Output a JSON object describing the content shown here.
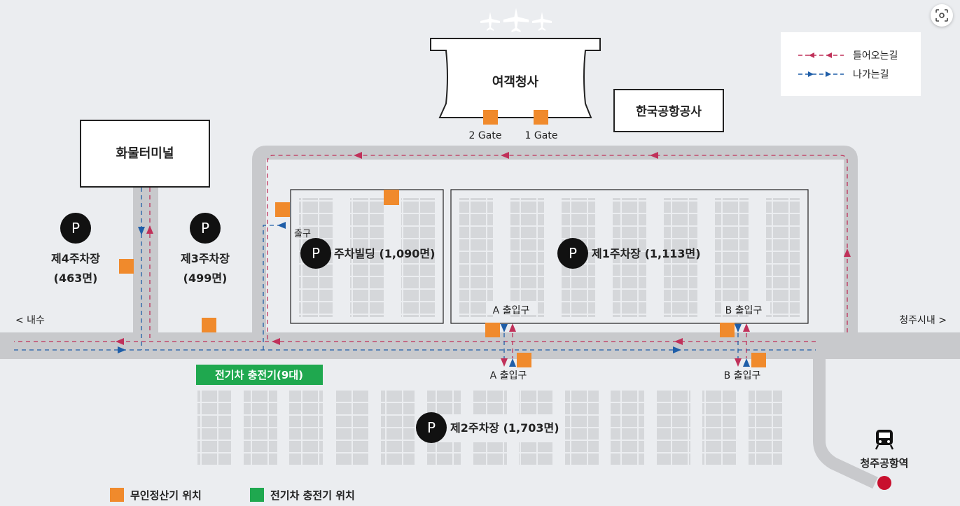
{
  "terminal": {
    "label": "여객청사",
    "gate2": "2 Gate",
    "gate1": "1 Gate"
  },
  "kac": {
    "label": "한국공항공사"
  },
  "cargo": {
    "label": "화물터미널"
  },
  "legend": {
    "inbound": "들어오는길",
    "outbound": "나가는길",
    "inbound_color": "#c0315a",
    "outbound_color": "#1f5ea8"
  },
  "lots": {
    "lot4_name": "제4주차장",
    "lot4_count": "(463면)",
    "lot3_name": "제3주차장",
    "lot3_count": "(499면)",
    "building": "주차빌딩 (1,090면)",
    "lot1": "제1주차장 (1,113면)",
    "lot2": "제2주차장 (1,703면)",
    "p_symbol": "P"
  },
  "labels": {
    "exit": "출구",
    "a_entrance": "A 출입구",
    "b_entrance": "B 출입구",
    "a_entrance_bottom": "A 출입구",
    "b_entrance_bottom": "B 출입구",
    "naesu": "< 내수",
    "cheongju_city": "청주시내 >",
    "ev_charger": "전기차 충전기(9대)",
    "station": "청주공항역"
  },
  "bottom_legend": {
    "kiosk": "무인정산기 위치",
    "ev": "전기차 충전기 위치"
  },
  "colors": {
    "kiosk": "#f08a2c",
    "ev": "#1fa84f",
    "road": "#c8c9cc",
    "background": "#ebedf0",
    "stall": "#d5d7da",
    "station_dot": "#c8102e"
  },
  "icons": [
    "airplane-icon",
    "parking-icon",
    "train-icon",
    "scan-icon"
  ]
}
